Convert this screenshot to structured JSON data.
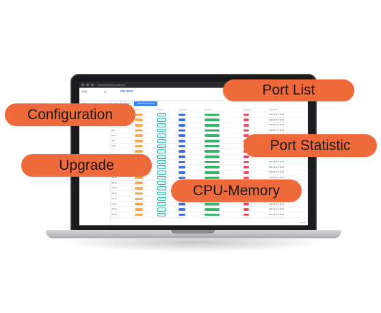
{
  "browser": {
    "url": "my.besbestcloud.com/devices"
  },
  "app": {
    "brand": "EMS",
    "site": "Site Name"
  },
  "sidebar": {
    "items": [
      {
        "label": "Home"
      },
      {
        "label": "All Customer"
      }
    ]
  },
  "tabs": [
    {
      "label": "Home"
    },
    {
      "label": "Devices"
    },
    {
      "label": "customer device detail",
      "active": true
    }
  ],
  "table": {
    "headers": [
      "",
      "Site info",
      "Link Info",
      "Sync status",
      "Link status",
      "Test result",
      "Updated time"
    ],
    "rows": [
      {
        "id": "",
        "time": "2022-06-11 17:29:49"
      },
      {
        "id": "",
        "time": "2022-06-11 17:29:49"
      },
      {
        "id": "10.6",
        "time": "2022-06-11 17:29:49"
      },
      {
        "id": "10.6",
        "time": "2022-06-11 17:29:49"
      },
      {
        "id": "100.6",
        "time": "2022-06-11 17:29:49"
      },
      {
        "id": "100.7",
        "time": "2022-06-11 17:29:49"
      },
      {
        "id": "100.8",
        "time": "2022-06-11 17:29:49"
      },
      {
        "id": "",
        "time": "2022-06-11 17:29:49"
      },
      {
        "id": "",
        "time": "2022-06-11 17:29:49"
      },
      {
        "id": "",
        "time": "2022-06-11 17:29:49"
      },
      {
        "id": "",
        "time": "2022-06-11 17:29:49"
      },
      {
        "id": "",
        "time": "2022-06-11 17:29:49"
      },
      {
        "id": "100.11",
        "time": "2022-06-11 17:29:49"
      },
      {
        "id": "100.11",
        "time": "2022-06-11 17:29:49"
      },
      {
        "id": "100.16",
        "time": "2022-06-11 17:29:49"
      },
      {
        "id": "100.16",
        "time": "2022-06-11 17:29:49"
      },
      {
        "id": "100.17",
        "time": "2022-06-11 17:29:49"
      },
      {
        "id": "100.18",
        "time": "2022-06-11 17:29:49"
      },
      {
        "id": "100.19",
        "time": "2022-06-11 17:29:49"
      },
      {
        "id": "100.20",
        "time": "2022-06-11 17:29:49"
      }
    ],
    "footer": "Total 20"
  },
  "callouts": {
    "port_list": "Port List",
    "configuration": "Configuration",
    "port_statistic": "Port Statistic",
    "upgrade": "Upgrade",
    "cpu_memory": "CPU-Memory"
  },
  "colors": {
    "callout": "#ef6a3a",
    "accent": "#3b82f6"
  }
}
